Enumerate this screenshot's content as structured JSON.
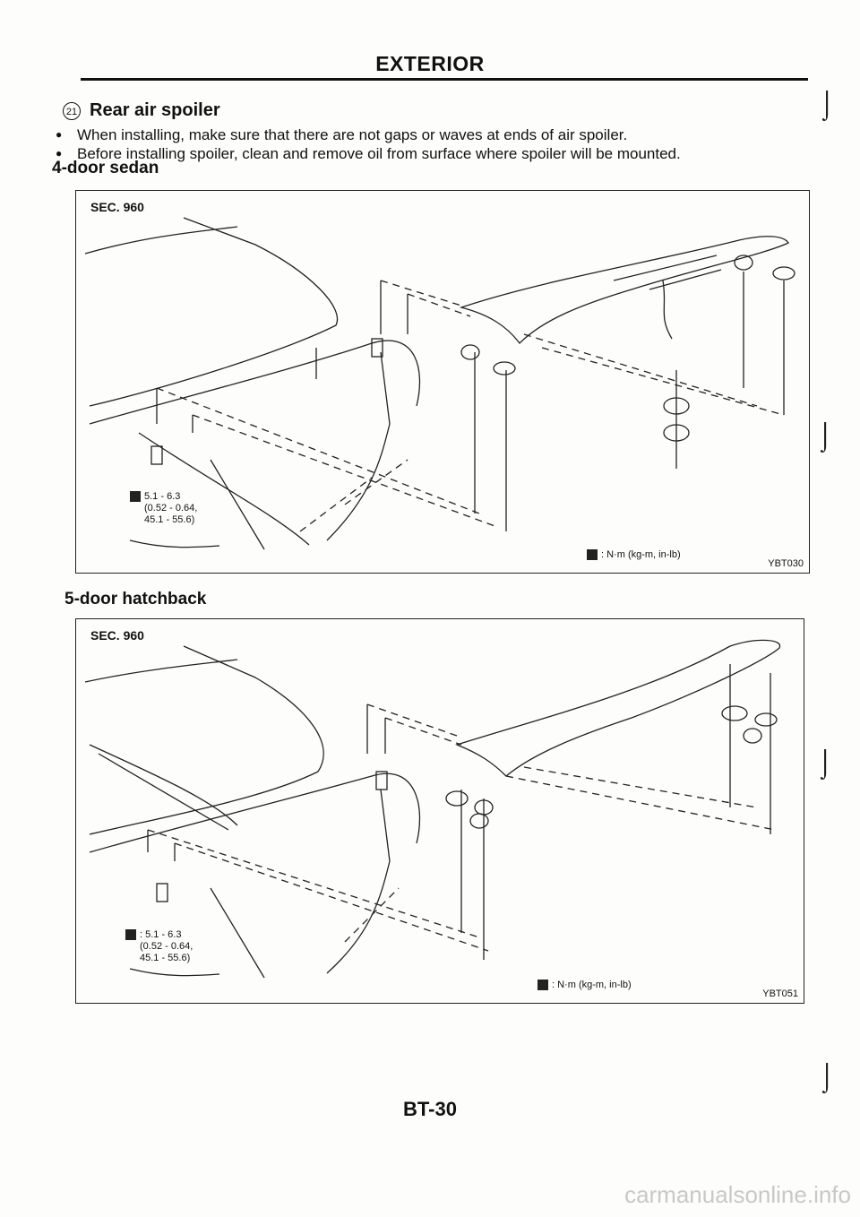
{
  "header": {
    "title": "EXTERIOR"
  },
  "section": {
    "number": "21",
    "title": "Rear air spoiler"
  },
  "bullets": [
    "When installing, make sure that there are not gaps or waves at ends of air spoiler.",
    "Before installing spoiler, clean and remove oil from surface where spoiler will be mounted."
  ],
  "figures": [
    {
      "subtitle": "4-door sedan",
      "sec": "SEC. 960",
      "torque_1": "5.1 - 6.3",
      "torque_2": "(0.52 - 0.64,",
      "torque_3": "45.1 - 55.6)",
      "legend": ": N·m (kg-m, in-lb)",
      "code": "YBT030"
    },
    {
      "subtitle": "5-door hatchback",
      "sec": "SEC. 960",
      "torque_1": ": 5.1 - 6.3",
      "torque_2": "(0.52 - 0.64,",
      "torque_3": "45.1 - 55.6)",
      "legend": ": N·m (kg-m, in-lb)",
      "code": "YBT051"
    }
  ],
  "footer": {
    "page": "BT-30",
    "watermark": "carmanualsonline.info"
  }
}
